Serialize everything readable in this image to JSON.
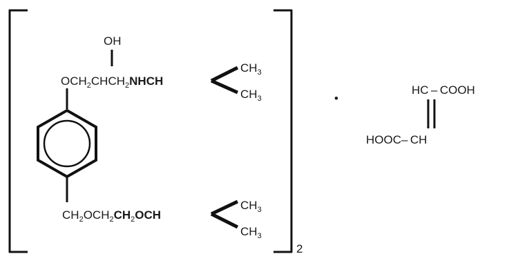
{
  "molecule": {
    "hydroxyl": "OH",
    "ether_top": {
      "a": "OCH",
      "a_sub": "2",
      "b": "CHCH",
      "b_sub": "2",
      "c": "NHCH"
    },
    "methyl_top_1": {
      "main": "CH",
      "sub": "3"
    },
    "methyl_top_2": {
      "main": "CH",
      "sub": "3"
    },
    "ether_bottom": {
      "a": "CH",
      "a_sub": "2",
      "b": "OCH",
      "b_sub": "2",
      "c": "CH",
      "c_sub": "2",
      "d": "OCH"
    },
    "methyl_bottom_1": {
      "main": "CH",
      "sub": "3"
    },
    "methyl_bottom_2": {
      "main": "CH",
      "sub": "3"
    },
    "multiplier": "2"
  },
  "separator": "•",
  "fumarate": {
    "top": "HC – COOH",
    "bottom": "HOOC– CH"
  },
  "colors": {
    "ink": "#111111",
    "background": "#ffffff"
  }
}
